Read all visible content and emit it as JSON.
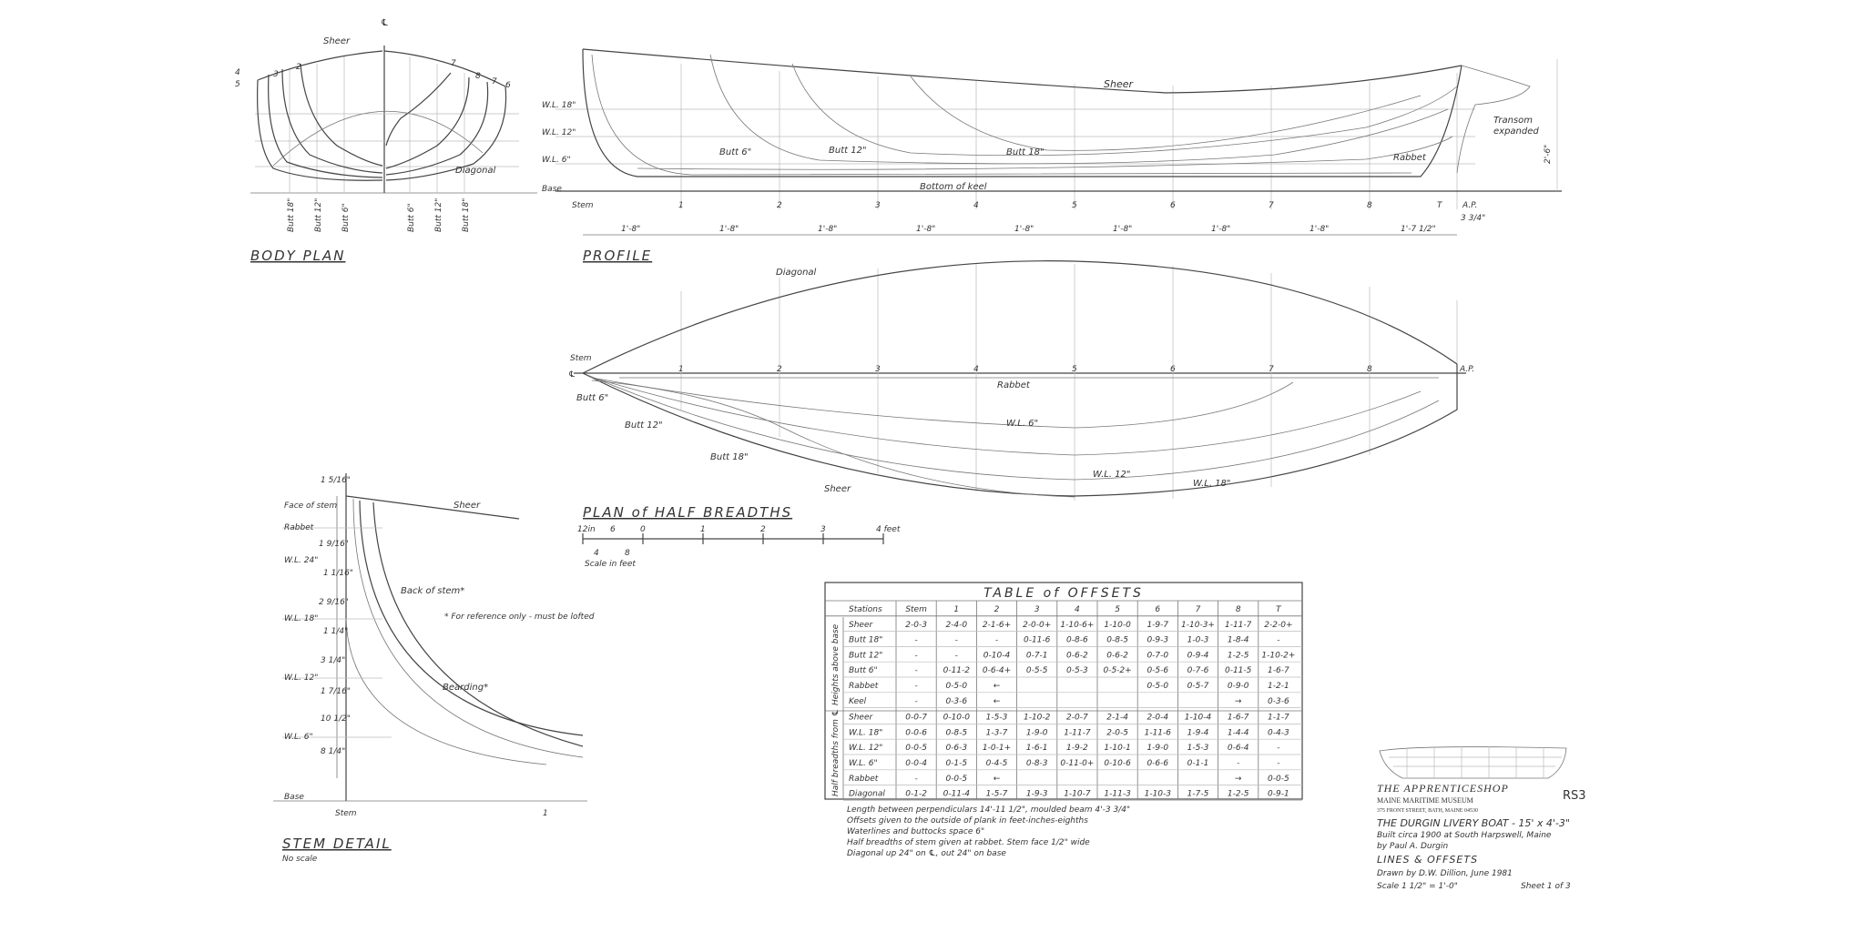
{
  "body_plan": {
    "title": "BODY PLAN",
    "centerline": "℄",
    "labels": {
      "sheer": "Sheer",
      "diagonal": "Diagonal"
    },
    "stations_left": [
      "4",
      "5",
      "3",
      "2"
    ],
    "stations_right": [
      "7",
      "8",
      "7",
      "6"
    ],
    "butts": [
      "Butt 18\"",
      "Butt 12\"",
      "Butt 6\"",
      "Butt 6\"",
      "Butt 12\"",
      "Butt 18\""
    ]
  },
  "profile": {
    "title": "PROFILE",
    "waterlines": [
      "W.L. 18\"",
      "W.L. 12\"",
      "W.L. 6\"",
      "Base"
    ],
    "labels": {
      "sheer": "Sheer",
      "butt6": "Butt 6\"",
      "butt12": "Butt 12\"",
      "butt18": "Butt 18\"",
      "rabbet": "Rabbet",
      "keel": "Bottom of keel",
      "transom": "Transom",
      "expanded": "expanded",
      "height": "2'-6\"",
      "dim_end": "3 3/4\""
    },
    "stations": [
      "Stem",
      "1",
      "2",
      "3",
      "4",
      "5",
      "6",
      "7",
      "8",
      "T",
      "A.P."
    ],
    "spacings": [
      "1'-8\"",
      "1'-8\"",
      "1'-8\"",
      "1'-8\"",
      "1'-8\"",
      "1'-8\"",
      "1'-8\"",
      "1'-8\"",
      "1'-7 1/2\""
    ]
  },
  "plan": {
    "title": "PLAN of HALF BREADTHS",
    "stem_label": "Stem",
    "centerline": "℄",
    "stations": [
      "1",
      "2",
      "3",
      "4",
      "5",
      "6",
      "7",
      "8",
      "A.P."
    ],
    "labels": {
      "diagonal": "Diagonal",
      "rabbet": "Rabbet",
      "butt6": "Butt 6\"",
      "butt12": "Butt 12\"",
      "butt18": "Butt 18\"",
      "sheer": "Sheer",
      "wl6": "W.L. 6\"",
      "wl12": "W.L. 12\"",
      "wl18": "W.L. 18\""
    },
    "scale_ticks": [
      "12in",
      "6",
      "0",
      "1",
      "2",
      "3",
      "4 feet"
    ],
    "scale_sub": [
      "4",
      "8"
    ],
    "scale_label": "Scale in feet"
  },
  "stem_detail": {
    "title": "STEM DETAIL",
    "subtitle": "No scale",
    "left_labels": [
      "Face of stem",
      "Rabbet",
      "W.L. 24\"",
      "W.L. 18\"",
      "W.L. 12\"",
      "W.L. 6\"",
      "Base"
    ],
    "dims": [
      "1 5/16\"",
      "1 9/16\"",
      "1 1/16\"",
      "2 9/16\"",
      "1 1/4\"",
      "3 1/4\"",
      "1 7/16\"",
      "10 1/2\"",
      "8 1/4\""
    ],
    "sheer": "Sheer",
    "back_of_stem": "Back of stem*",
    "note": "* For reference only - must be lofted",
    "bearding": "Bearding*",
    "bottom_stations": [
      "Stem",
      "1"
    ]
  },
  "offsets": {
    "title": "TABLE of OFFSETS",
    "columns": [
      "Stations",
      "Stem",
      "1",
      "2",
      "3",
      "4",
      "5",
      "6",
      "7",
      "8",
      "T"
    ],
    "group_heights": "Heights above base",
    "group_breadths": "Half breadths from ℄",
    "heights": [
      [
        "Sheer",
        "2-0-3",
        "2-4-0",
        "2-1-6+",
        "2-0-0+",
        "1-10-6+",
        "1-10-0",
        "1-9-7",
        "1-10-3+",
        "1-11-7",
        "2-2-0+"
      ],
      [
        "Butt 18\"",
        "-",
        "-",
        "-",
        "0-11-6",
        "0-8-6",
        "0-8-5",
        "0-9-3",
        "1-0-3",
        "1-8-4",
        "-"
      ],
      [
        "Butt 12\"",
        "-",
        "-",
        "0-10-4",
        "0-7-1",
        "0-6-2",
        "0-6-2",
        "0-7-0",
        "0-9-4",
        "1-2-5",
        "1-10-2+"
      ],
      [
        "Butt 6\"",
        "-",
        "0-11-2",
        "0-6-4+",
        "0-5-5",
        "0-5-3",
        "0-5-2+",
        "0-5-6",
        "0-7-6",
        "0-11-5",
        "1-6-7"
      ],
      [
        "Rabbet",
        "-",
        "0-5-0",
        "←",
        "",
        "",
        "",
        "0-5-0",
        "0-5-7",
        "0-9-0",
        "1-2-1"
      ],
      [
        "Keel",
        "-",
        "0-3-6",
        "←",
        "",
        "",
        "",
        "",
        "",
        "→",
        "0-3-6"
      ]
    ],
    "breadths": [
      [
        "Sheer",
        "0-0-7",
        "0-10-0",
        "1-5-3",
        "1-10-2",
        "2-0-7",
        "2-1-4",
        "2-0-4",
        "1-10-4",
        "1-6-7",
        "1-1-7"
      ],
      [
        "W.L. 18\"",
        "0-0-6",
        "0-8-5",
        "1-3-7",
        "1-9-0",
        "1-11-7",
        "2-0-5",
        "1-11-6",
        "1-9-4",
        "1-4-4",
        "0-4-3"
      ],
      [
        "W.L. 12\"",
        "0-0-5",
        "0-6-3",
        "1-0-1+",
        "1-6-1",
        "1-9-2",
        "1-10-1",
        "1-9-0",
        "1-5-3",
        "0-6-4",
        "-"
      ],
      [
        "W.L. 6\"",
        "0-0-4",
        "0-1-5",
        "0-4-5",
        "0-8-3",
        "0-11-0+",
        "0-10-6",
        "0-6-6",
        "0-1-1",
        "-",
        "-"
      ],
      [
        "Rabbet",
        "-",
        "0-0-5",
        "←",
        "",
        "",
        "",
        "",
        "",
        "→",
        "0-0-5"
      ],
      [
        "Diagonal",
        "0-1-2",
        "0-11-4",
        "1-5-7",
        "1-9-3",
        "1-10-7",
        "1-11-3",
        "1-10-3",
        "1-7-5",
        "1-2-5",
        "0-9-1"
      ]
    ]
  },
  "notes": [
    "Length between perpendiculars 14'-11 1/2\", moulded beam 4'-3 3/4\"",
    "Offsets given to the outside of plank in feet-inches-eighths",
    "Waterlines and buttocks space 6\"",
    "Half breadths of stem given at rabbet. Stem face 1/2\" wide",
    "Diagonal up 24\" on ℄, out 24\" on base"
  ],
  "title_block": {
    "shop": "THE APPRENTICESHOP",
    "museum": "MAINE MARITIME MUSEUM",
    "address": "375 FRONT STREET, BATH, MAINE 04530",
    "sheet_code": "RS3",
    "boat": "THE DURGIN LIVERY BOAT - 15' x 4'-3\"",
    "built": "Built circa 1900 at South Harpswell, Maine",
    "builder": "by Paul A. Durgin",
    "drawing": "LINES & OFFSETS",
    "drawn": "Drawn by D.W. Dillion, June 1981",
    "scale": "Scale 1 1/2\" = 1'-0\"",
    "sheet": "Sheet 1 of 3"
  }
}
